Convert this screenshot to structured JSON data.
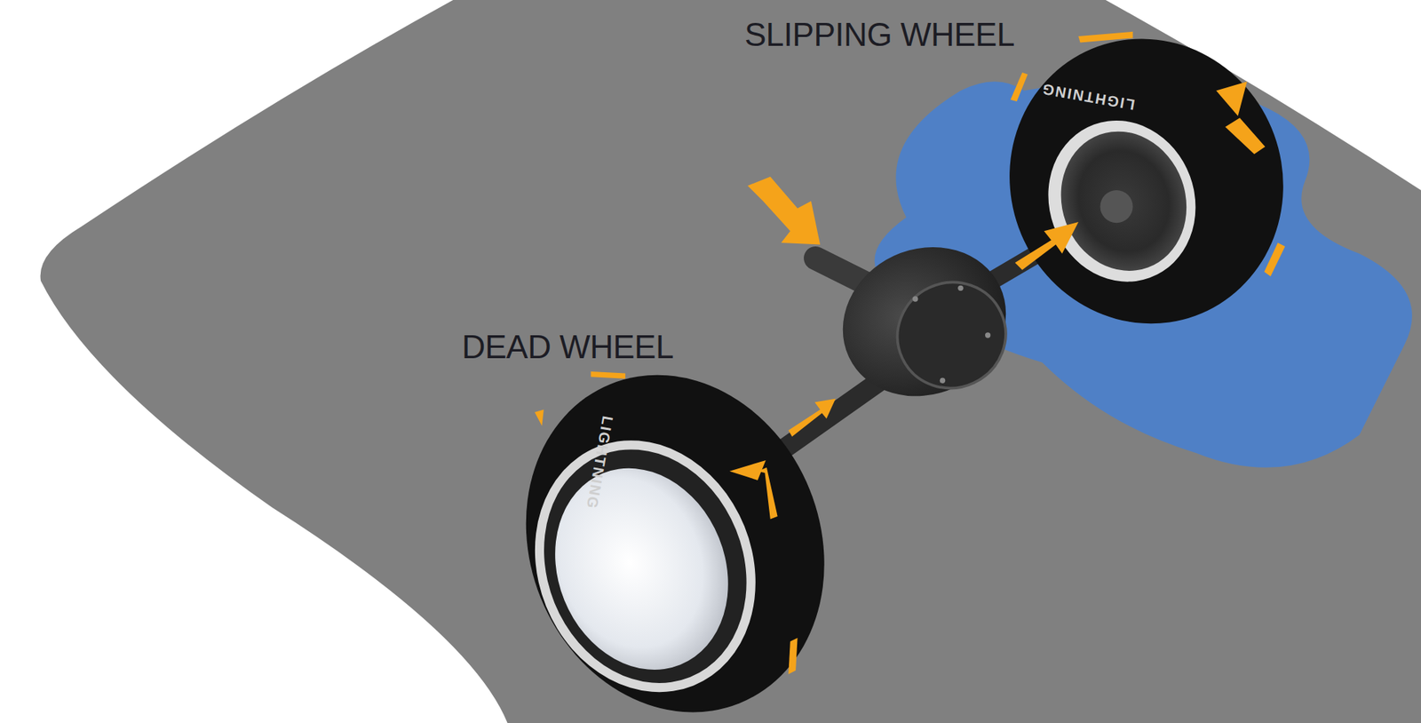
{
  "diagram": {
    "labels": [
      "SLIPPING WHEEL",
      "DEAD WHEEL",
      "LIGHTNING",
      "LIGHTNING"
    ]
  }
}
